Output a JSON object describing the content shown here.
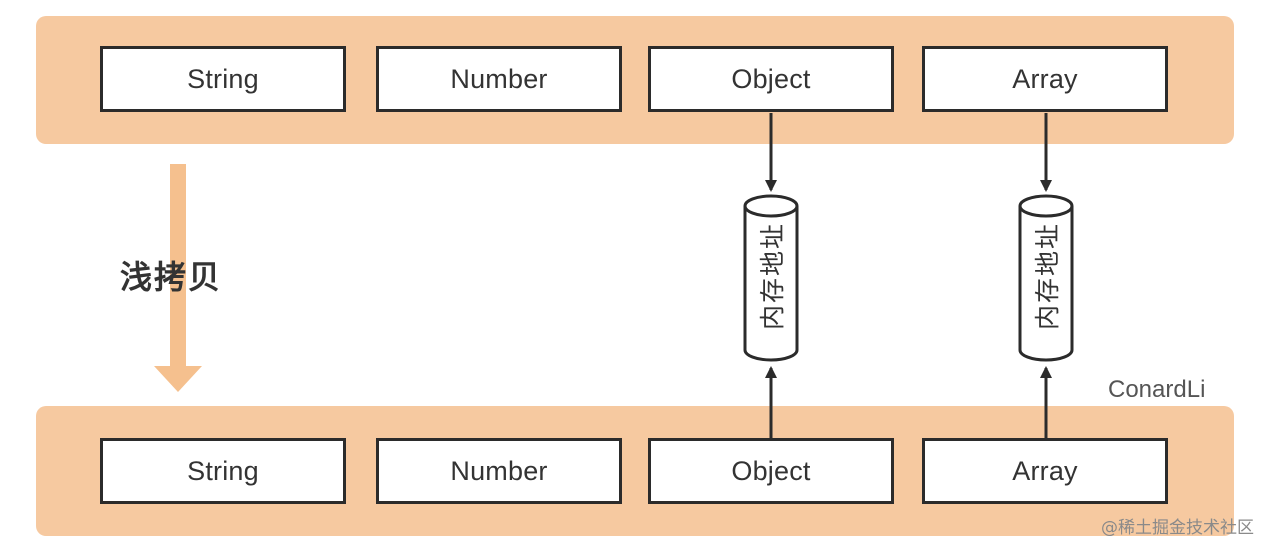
{
  "top_row": {
    "items": [
      {
        "label": "String"
      },
      {
        "label": "Number"
      },
      {
        "label": "Object"
      },
      {
        "label": "Array"
      }
    ]
  },
  "bottom_row": {
    "items": [
      {
        "label": "String"
      },
      {
        "label": "Number"
      },
      {
        "label": "Object"
      },
      {
        "label": "Array"
      }
    ]
  },
  "copy_label": "浅拷贝",
  "memory_nodes": [
    {
      "label": "内存地址"
    },
    {
      "label": "内存地址"
    }
  ],
  "author": "ConardLi",
  "watermark": "@稀土掘金技术社区",
  "colors": {
    "band": "#f6c9a0",
    "arrow_orange": "#f5c08e",
    "stroke": "#2b2b2b"
  }
}
